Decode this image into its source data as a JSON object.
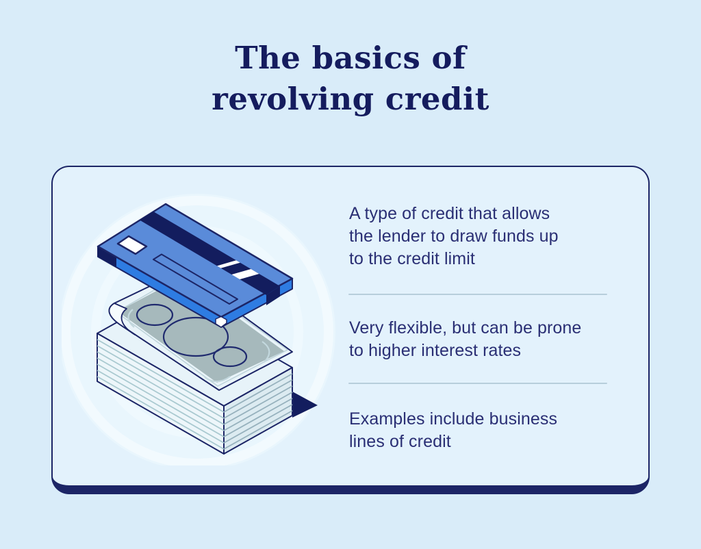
{
  "title": {
    "line1": "The basics of",
    "line2": "revolving credit"
  },
  "panel": {
    "facts": [
      {
        "lines": [
          "A type of credit that allows",
          "the lender to draw funds up",
          "to the credit limit"
        ]
      },
      {
        "lines": [
          "Very flexible, but can be prone",
          "to higher interest rates"
        ]
      },
      {
        "lines": [
          "Examples include business",
          "lines of credit"
        ]
      }
    ]
  },
  "illustration": {
    "name": "credit-card-over-money-stack",
    "elements": [
      "credit-card-icon",
      "banknote-icon",
      "money-stack-icon",
      "cast-shadow",
      "glow-rings"
    ]
  },
  "colors": {
    "page-bg": "#d9ecf9",
    "panel-bg": "#e3f2fc",
    "navy-outline": "#1c2566",
    "title-navy": "#151c5e",
    "body-navy": "#2a2f74",
    "divider": "#b7cedb",
    "card-blue": "#5a8bd9",
    "card-edge-blue": "#2e7ce2",
    "deep-navy": "#131d5e",
    "bill-gray": "#a6b9bc",
    "bill-light": "#e9f4f9",
    "stack-left": "#edf6fa",
    "stack-right": "#dcebf1",
    "stack-line": "#a9c9d0"
  }
}
